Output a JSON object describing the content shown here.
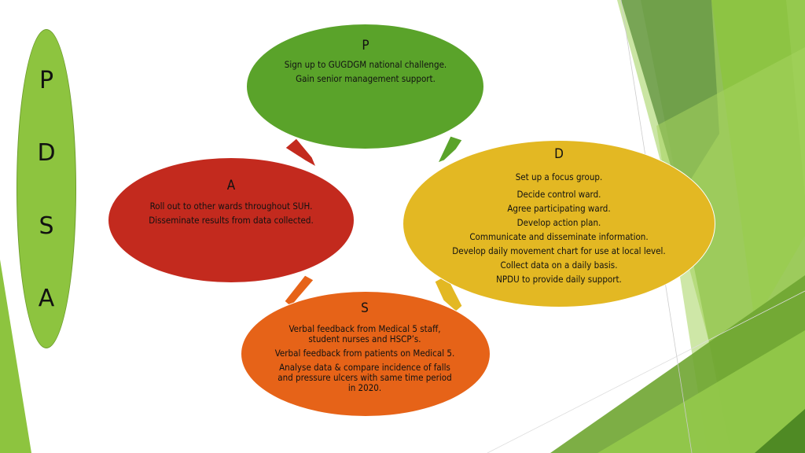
{
  "side_letters": [
    "P",
    "D",
    "S",
    "A"
  ],
  "colors": {
    "plan": "#5aa32a",
    "do": "#e3b823",
    "study": "#e66318",
    "act": "#c32a1e",
    "side": "#8dc43f"
  },
  "plan": {
    "heading": "P",
    "items": [
      "Sign up to GUGDGM national challenge.",
      "Gain senior management support."
    ]
  },
  "do": {
    "heading": "D",
    "items": [
      "Set up a focus group.",
      "Decide control ward.",
      "Agree participating ward.",
      "Develop action plan.",
      "Communicate and disseminate information.",
      "Develop daily movement chart for use at local level.",
      "Collect data on a daily basis.",
      "NPDU to provide daily support."
    ]
  },
  "study": {
    "heading": "S",
    "items": [
      "Verbal feedback from Medical 5 staff, student nurses and HSCP’s.",
      "Verbal feedback from patients on Medical 5.",
      "Analyse data & compare incidence of falls and pressure ulcers with same time period in 2020."
    ]
  },
  "act": {
    "heading": "A",
    "items": [
      "Roll out to other wards throughout SUH.",
      "Disseminate results from data collected."
    ]
  }
}
